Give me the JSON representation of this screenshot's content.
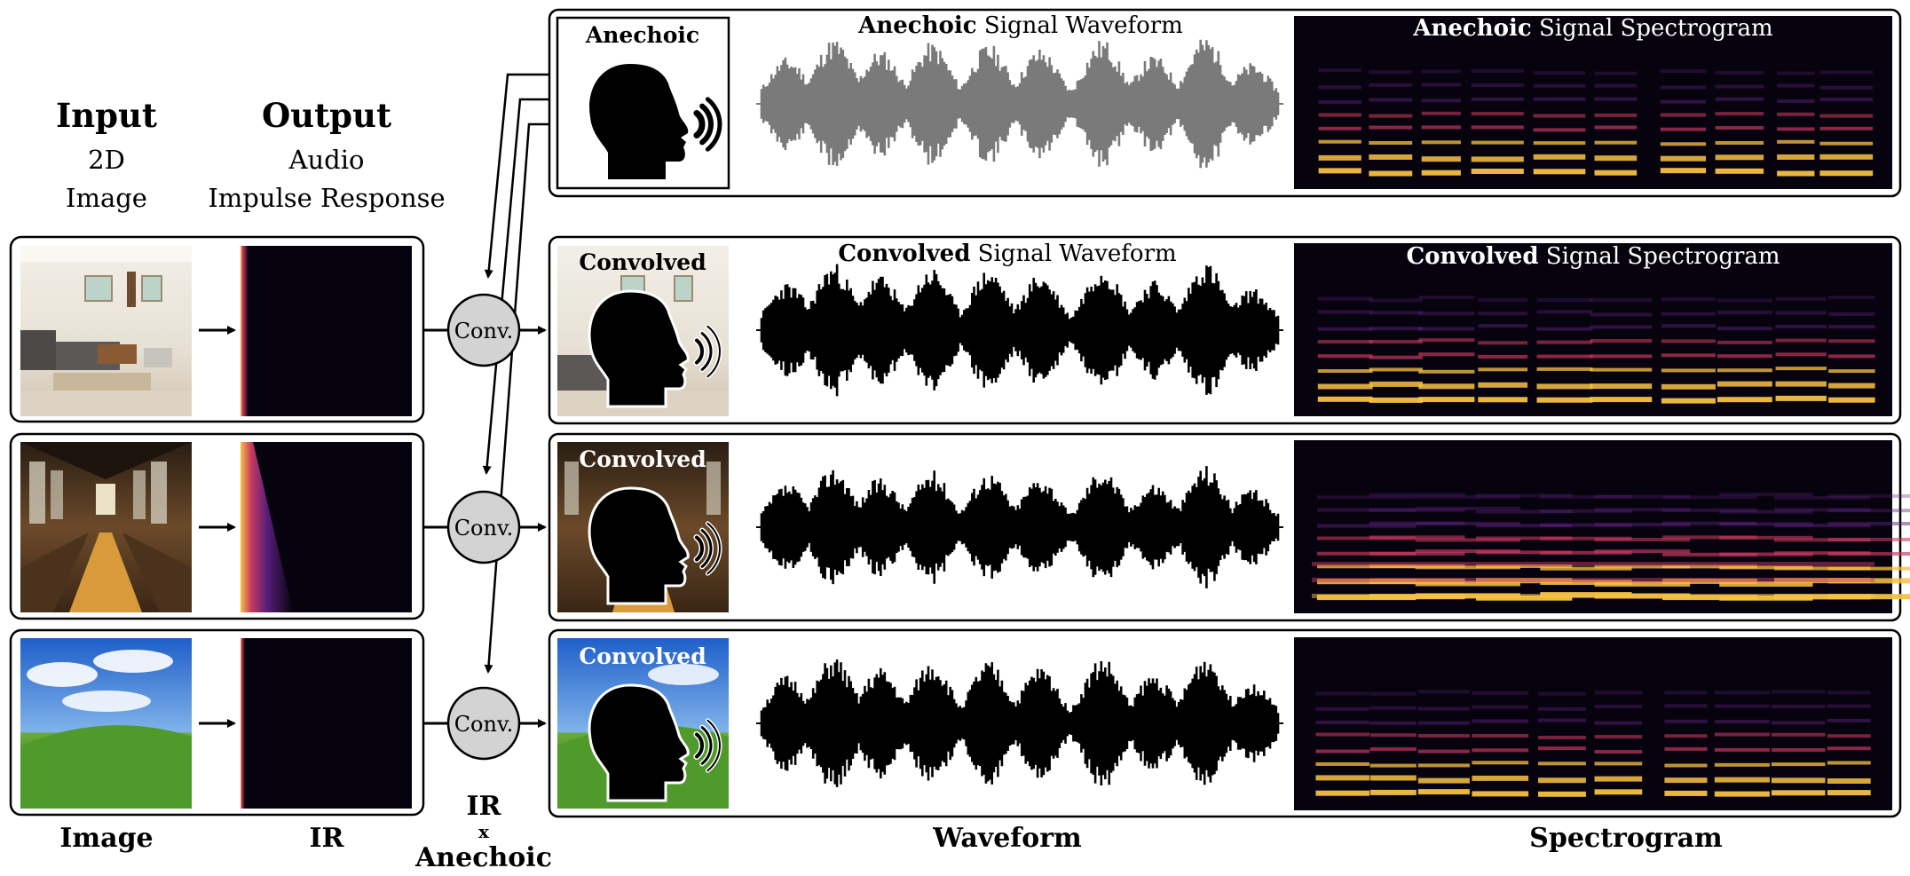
{
  "header": {
    "input_title": "Input",
    "input_line1": "2D",
    "input_line2": "Image",
    "output_title": "Output",
    "output_line1": "Audio",
    "output_line2": "Impulse Response"
  },
  "top_row": {
    "badge_label": "Anechoic",
    "waveform_title_bold": "Anechoic",
    "waveform_title_rest": " Signal Waveform",
    "spectrogram_title_bold": "Anechoic",
    "spectrogram_title_rest": " Signal Spectrogram"
  },
  "scenes": [
    {
      "scene": "living-room",
      "badge_label": "Convolved",
      "waveform_title_bold": "Convolved",
      "waveform_title_rest": " Signal Waveform",
      "spectrogram_title_bold": "Convolved",
      "spectrogram_title_rest": " Signal Spectrogram",
      "conv_label": "Conv."
    },
    {
      "scene": "great-hall",
      "badge_label": "Convolved",
      "conv_label": "Conv."
    },
    {
      "scene": "green-hill",
      "badge_label": "Convolved",
      "conv_label": "Conv."
    }
  ],
  "footer": {
    "image_label": "Image",
    "ir_label": "IR",
    "op_line1": "IR",
    "op_line2": "x",
    "op_line3": "Anechoic",
    "waveform_label": "Waveform",
    "spectrogram_label": "Spectrogram"
  },
  "colors": {
    "anechoic_wave": "#7a7a7a",
    "convolved_wave": "#000000",
    "spectrogram_bg": "#07030e",
    "spectrogram_hot": "#f6c143",
    "spectrogram_mid": "#c93a61",
    "spectrogram_low": "#5a1f7a",
    "conv_node_fill": "#d3d3d3"
  },
  "icons": {
    "speaker": "speaking-head-icon",
    "arrow": "right-arrow-icon"
  }
}
